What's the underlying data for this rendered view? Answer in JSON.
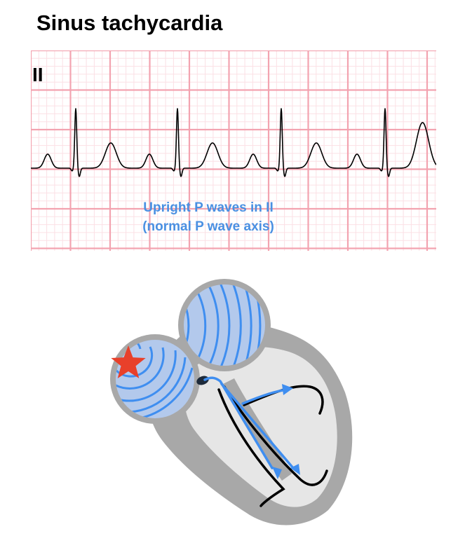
{
  "title": "Sinus tachycardia",
  "ecg": {
    "lead": "II",
    "annotation_line1": "Upright P waves in II",
    "annotation_line2": "(normal P wave axis)"
  },
  "colors": {
    "grid_major": "#f3a3b0",
    "grid_minor": "#fbe0e5",
    "trace": "#000000",
    "annotation": "#4a90e2",
    "conduction": "#3f8ef0",
    "atrium_fill": "#b3c9ec",
    "heart_outer": "#a8a8a8",
    "heart_inner": "#e6e6e6",
    "origin_marker": "#e8402a"
  },
  "heart": {
    "origin_marker_icon": "star-icon"
  }
}
